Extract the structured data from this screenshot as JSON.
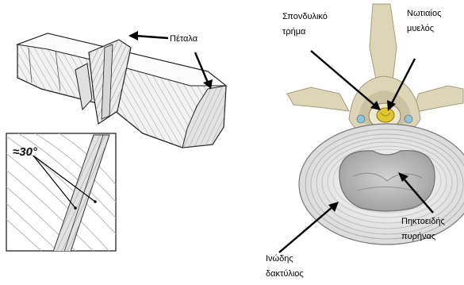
{
  "labels": {
    "lamella": "Πέταλα",
    "spinal_canal": [
      "Σπονδυλικό",
      "τρήμα"
    ],
    "spinal_cord": [
      "Νωτιαίος",
      "μυελός"
    ],
    "nucleus_pulposus": [
      "Πηκτοειδής",
      "πυρήνας"
    ],
    "annulus_fibrosus": [
      "Ινώδης",
      "δακτύλιος"
    ],
    "fiber_angle": "≈30°"
  },
  "colors": {
    "bone": "#dcd5b8",
    "bone_shadow": "#b9b08b",
    "cord": "#e0c534",
    "nucleus": "#bdbdbd",
    "annulus": "#ededed",
    "line": "#000000"
  }
}
